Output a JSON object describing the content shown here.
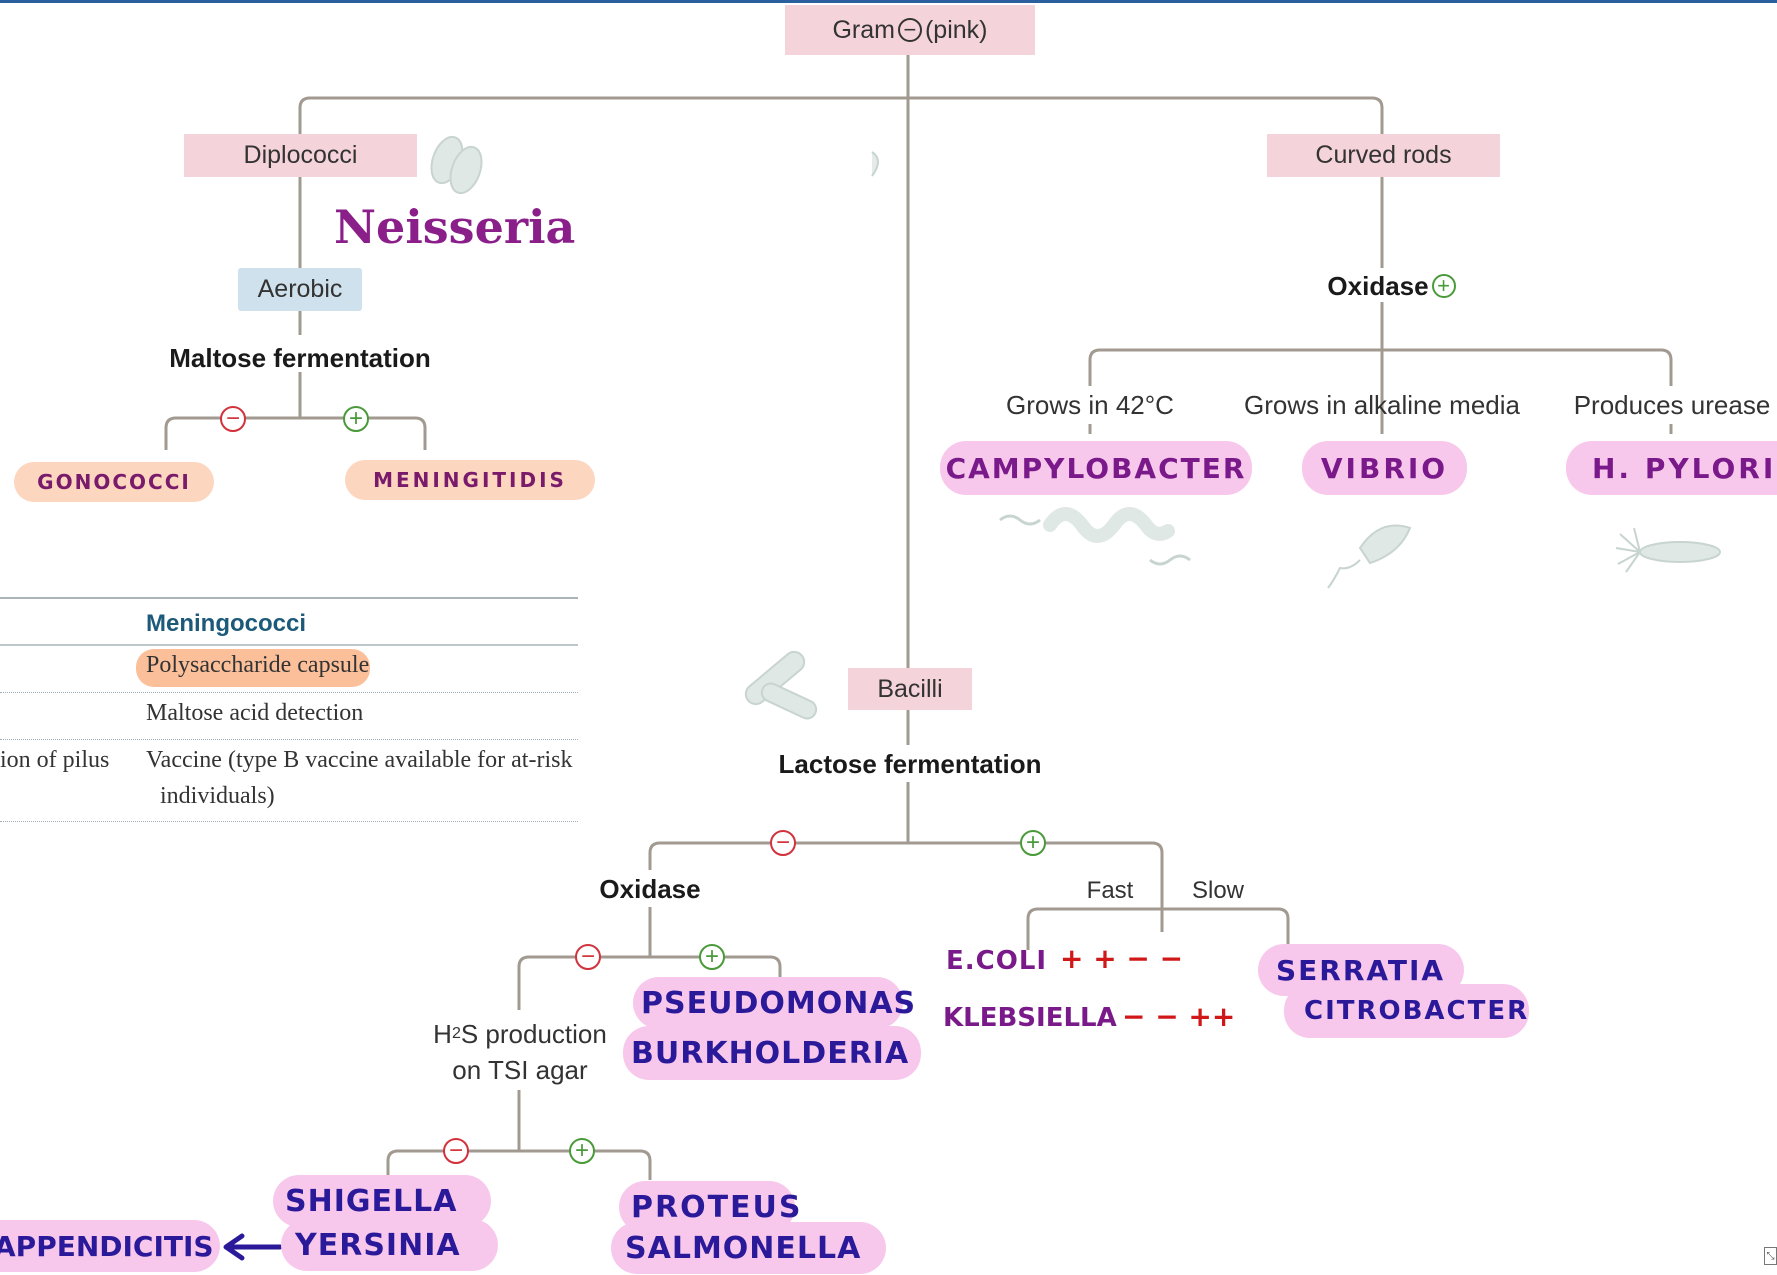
{
  "root": {
    "label_left": "Gram",
    "sign": "−",
    "label_right": "(pink)"
  },
  "diplococci": {
    "label": "Diplococci",
    "aerobic": "Aerobic",
    "annotation": "Neisseria",
    "test": "Maltose fermentation",
    "neg_sign": "−",
    "pos_sign": "+",
    "neg_result": "GONOCOCCI",
    "pos_result": "MENINGITIDIS"
  },
  "curved_rods": {
    "label": "Curved rods",
    "test_label": "Oxidase",
    "test_sign": "+",
    "branches": [
      {
        "condition": "Grows in 42°C",
        "organism": "CAMPYLOBACTER"
      },
      {
        "condition": "Grows in alkaline media",
        "organism": "VIBRIO"
      },
      {
        "condition": "Produces urease",
        "organism": "H. PYLORI"
      }
    ]
  },
  "table": {
    "header": "Meningococci",
    "rows": [
      {
        "left": "",
        "right": "Polysaccharide capsule"
      },
      {
        "left": "",
        "right": "Maltose acid detection"
      },
      {
        "left": "ion of pilus",
        "right_line1": "Vaccine (type B vaccine available for at-risk",
        "right_line2": "individuals)"
      }
    ]
  },
  "bacilli": {
    "label": "Bacilli",
    "test": "Lactose fermentation",
    "neg_sign": "−",
    "pos_sign": "+",
    "oxidase": {
      "label": "Oxidase",
      "neg_sign": "−",
      "pos_sign": "+",
      "pos_result_1": "PSEUDOMONAS",
      "pos_result_2": "BURKHOLDERIA",
      "h2s": {
        "line1_prefix": "H",
        "line1_sub": "2",
        "line1_suffix": "S production",
        "line2": "on TSI agar",
        "neg_sign": "−",
        "pos_sign": "+",
        "neg_result_1": "SHIGELLA",
        "neg_result_2": "YERSINIA",
        "pos_result_1": "PROTEUS",
        "pos_result_2": "SALMONELLA",
        "arrow_target": "APPENDICITIS"
      }
    },
    "fast_label": "Fast",
    "slow_label": "Slow",
    "fast_results": [
      {
        "name": "E.COLI",
        "marks": "+ + − −"
      },
      {
        "name": "KLEBSIELLA",
        "marks": "− − ++"
      }
    ],
    "slow_result_1": "SERRATIA",
    "slow_result_2": "CITROBACTER"
  },
  "colors": {
    "line": "#a29a91",
    "box_pink": "#f5d3da",
    "box_blue": "#cfe1ec",
    "highlight_pink": "#f8c8ec",
    "highlight_orange": "#fcd6bf",
    "ink_blue": "#2a1a9a",
    "ink_purple": "#7a1a8a",
    "ink_red": "#d01818",
    "minus_red": "#d2323c",
    "plus_green": "#4a9a3a"
  }
}
